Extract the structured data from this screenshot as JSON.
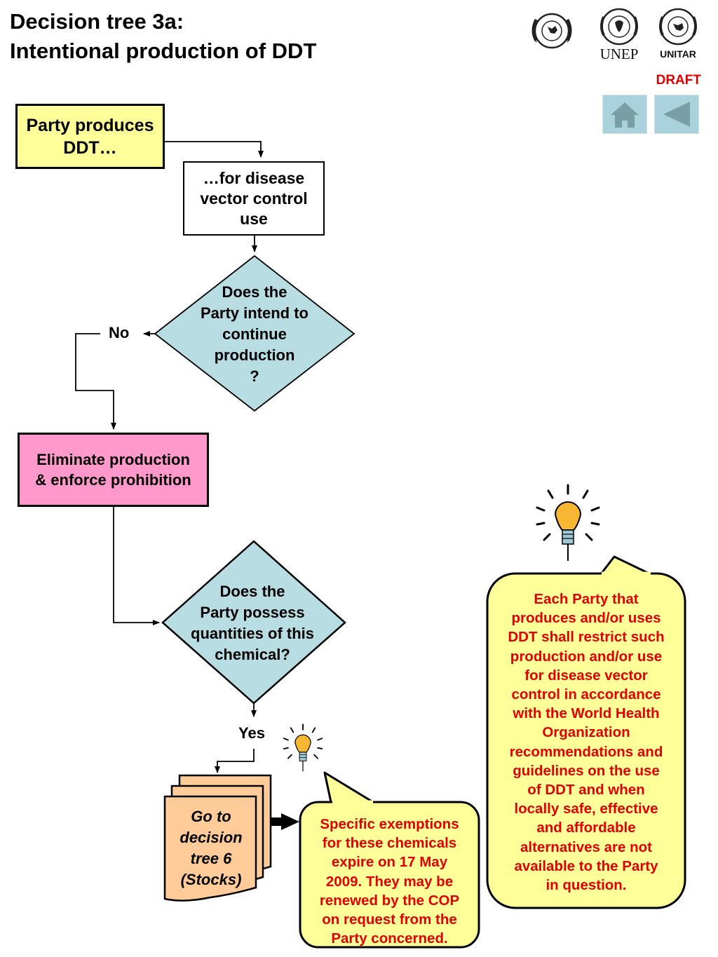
{
  "header": {
    "title_line1": "Decision tree 3a:",
    "title_line2": "Intentional production of DDT",
    "draft_label": "DRAFT",
    "logos": {
      "unep_label": "UNEP",
      "unitar_label": "UNITAR"
    }
  },
  "nav": {
    "home_icon": "home-icon",
    "back_icon": "back-triangle-icon"
  },
  "flow": {
    "start": {
      "line1": "Party produces",
      "line2": "DDT…"
    },
    "purpose": {
      "line1": "…for disease",
      "line2": "vector control",
      "line3": "use"
    },
    "decision1": {
      "line1": "Does the",
      "line2": "Party intend to",
      "line3": "continue",
      "line4": "production",
      "line5": "?"
    },
    "no_label": "No",
    "eliminate": {
      "line1": "Eliminate production",
      "line2": "& enforce prohibition"
    },
    "decision2": {
      "line1": "Does the",
      "line2": "Party possess",
      "line3": "quantities of this",
      "line4": "chemical?"
    },
    "yes_label": "Yes",
    "goto": {
      "line1": "Go to",
      "line2": "decision",
      "line3": "tree 6",
      "line4": "(Stocks)"
    }
  },
  "callouts": {
    "exemptions": [
      "Specific exemptions",
      "for these chemicals",
      "expire on 17 May",
      "2009. They may be",
      "renewed by the COP",
      "on request from  the",
      "Party concerned."
    ],
    "who_guidance": [
      "Each Party that",
      "produces and/or uses",
      "DDT shall restrict such",
      "production and/or use",
      "for disease vector",
      "control in accordance",
      "with the World Health",
      "Organization",
      "recommendations and",
      "guidelines on the use",
      "of DDT and when",
      "locally safe, effective",
      "and affordable",
      "alternatives are not",
      "available to the Party",
      "in question."
    ]
  },
  "colors": {
    "start_box": "#ffff99",
    "decision_diamond": "#b7dde3",
    "eliminate_box": "#ff99cc",
    "goto_pages": "#ffcc99",
    "callout_fill": "#ffff99",
    "callout_text": "#e00000",
    "draft_text": "#e00000",
    "nav_button": "#a9d2dc"
  }
}
